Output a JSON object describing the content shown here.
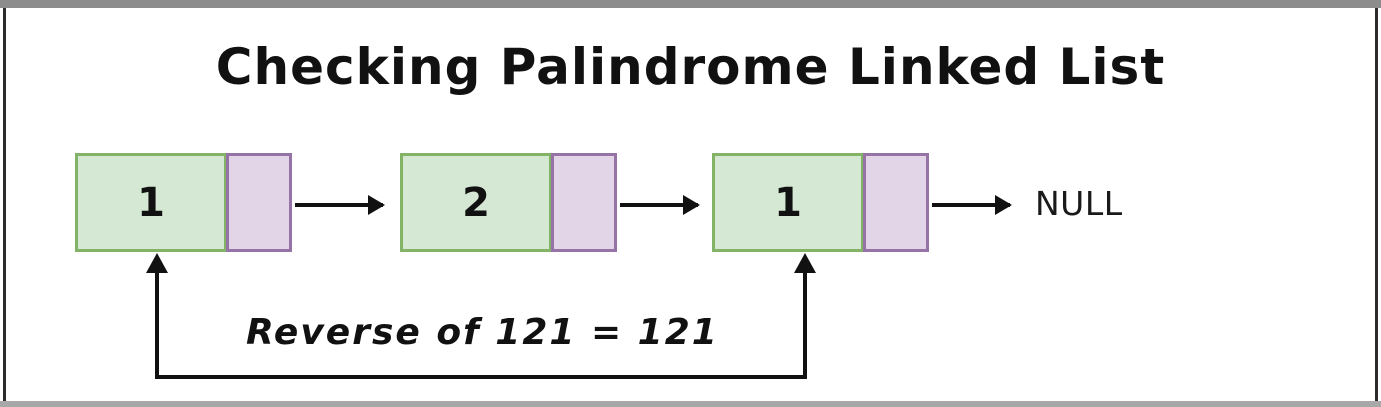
{
  "figure": {
    "title": "Checking Palindrome Linked List",
    "caption": "Reverse of 121  =  121",
    "terminator_label": "NULL",
    "colors": {
      "data_cell_fill": "#d5e8d4",
      "data_cell_border": "#82b366",
      "pointer_cell_fill": "#e1d5e7",
      "pointer_cell_border": "#9673a6",
      "arrow": "#111111",
      "text": "#111111",
      "frame": "#2b2b2b",
      "top_bar": "#8c8c8c",
      "bottom_bar": "#a8a8a8",
      "background": "#ffffff"
    }
  },
  "linked_list": {
    "nodes": [
      {
        "value": "1",
        "pointer_label": ""
      },
      {
        "value": "2",
        "pointer_label": ""
      },
      {
        "value": "1",
        "pointer_label": ""
      }
    ],
    "terminator": "NULL"
  },
  "icons": {
    "next_arrow": "arrow-right-icon",
    "reverse_arrow": "arrow-up-icon"
  }
}
